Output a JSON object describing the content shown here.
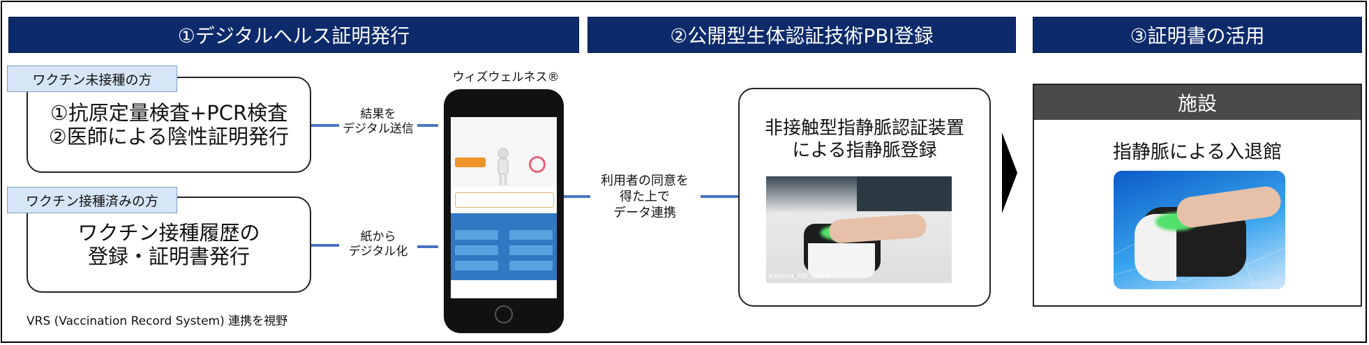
{
  "headers": {
    "step1": "①デジタルヘルス証明発行",
    "step2": "②公開型生体認証技術PBI登録",
    "step3": "③証明書の活用"
  },
  "unvaccinated": {
    "tag": "ワクチン未接種の方",
    "line1": "①抗原定量検査+PCR検査",
    "line2": "②医師による陰性証明発行"
  },
  "vaccinated": {
    "tag": "ワクチン接種済みの方",
    "line1": "ワクチン接種履歴の",
    "line2": "登録・証明書発行"
  },
  "arrows": {
    "digital_send_1": "結果を",
    "digital_send_2": "デジタル送信",
    "paper_1": "紙から",
    "paper_2": "デジタル化",
    "consent_1": "利用者の同意を",
    "consent_2": "得た上で",
    "consent_3": "データ連携"
  },
  "vrs_note": "VRS (Vaccination Record System) 連携を視野",
  "app": {
    "brand": "ウィズウェルネス®"
  },
  "registration": {
    "line1": "非接触型指静脈認証装置",
    "line2": "による指静脈登録",
    "photo_caption": "kazima_PBI_0929"
  },
  "facility": {
    "title": "施設",
    "text": "指静脈による入退館"
  },
  "colors": {
    "header_bg": "#0d2a6b",
    "tag_bg": "#d6e6f7",
    "connector": "#4a74c4",
    "facility_header": "#4a4a4a"
  }
}
